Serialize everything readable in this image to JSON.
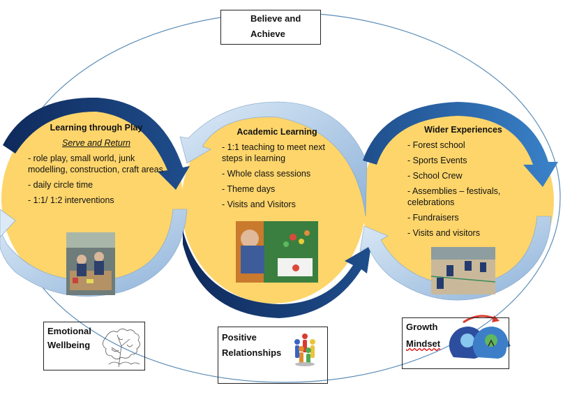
{
  "header_box": {
    "line1": "Believe and",
    "line2": "Achieve",
    "badge_icon": "school-crest-icon"
  },
  "circles": [
    {
      "id": "play",
      "title": "Learning through Play",
      "subtitle": "Serve and Return",
      "items": [
        "- role play, small world, junk modelling, construction, craft areas",
        "- daily circle time",
        "- 1:1/ 1:2 interventions"
      ]
    },
    {
      "id": "academic",
      "title": "Academic Learning",
      "items": [
        "-  1:1 teaching to meet next steps in learning",
        "-  Whole class sessions",
        "-  Theme days",
        "-  Visits and Visitors"
      ]
    },
    {
      "id": "wider",
      "title": "Wider Experiences",
      "items": [
        "-  Forest school",
        "-  Sports Events",
        "-  School Crew",
        "-  Assemblies – festivals, celebrations",
        "-  Fundraisers",
        "-  Visits and visitors"
      ]
    }
  ],
  "bottom_boxes": {
    "emotional": {
      "line1": "Emotional",
      "line2": "Wellbeing",
      "icon": "tree-sketch-icon"
    },
    "relationships": {
      "line1": "Positive",
      "line2": "Relationships",
      "icon": "people-circle-icon"
    },
    "growth": {
      "line1": "Growth",
      "line2": "Mindset",
      "icon": "brain-heads-icon"
    }
  },
  "colors": {
    "circle_fill": "#FDD56B",
    "arrow_dark": "#1F3A6E",
    "arrow_mid": "#2E74B5",
    "arrow_light": "#BDD7EE",
    "outer_ellipse": "#5B8DB8"
  }
}
